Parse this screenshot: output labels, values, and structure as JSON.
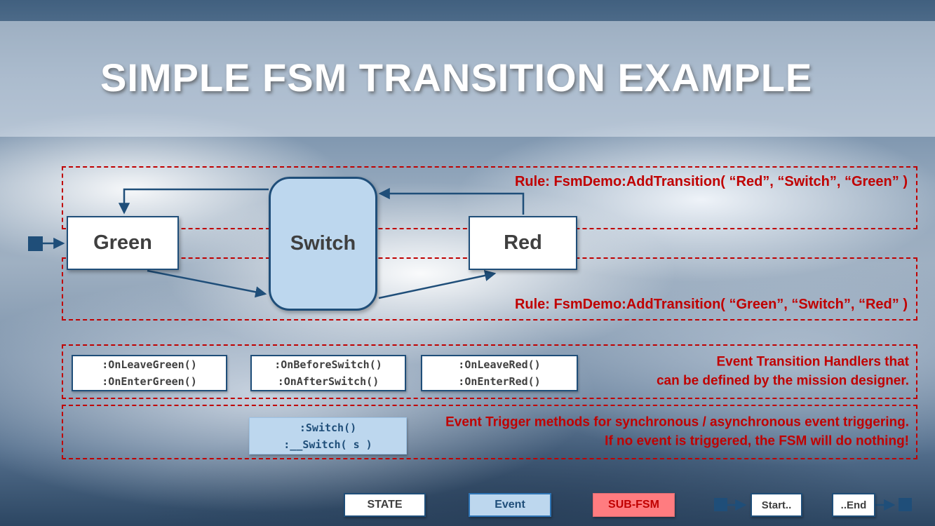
{
  "slide": {
    "title": "SIMPLE FSM TRANSITION EXAMPLE"
  },
  "colors": {
    "navy": "#1F4E79",
    "rule_red": "#C00000",
    "event_blue": "#BDD7EE",
    "subfsm_salmon": "#FF7C80"
  },
  "fsm": {
    "states": [
      {
        "label": "Green"
      },
      {
        "label": "Switch"
      },
      {
        "label": "Red"
      }
    ],
    "rules": {
      "top": "Rule: FsmDemo:AddTransition( “Red”, “Switch”, “Green” )",
      "bottom": "Rule: FsmDemo:AddTransition( “Green”, “Switch”, “Red” )"
    }
  },
  "handlers": {
    "boxes": [
      {
        "line1": ":OnLeaveGreen()",
        "line2": ":OnEnterGreen()"
      },
      {
        "line1": ":OnBeforeSwitch()",
        "line2": ":OnAfterSwitch()"
      },
      {
        "line1": ":OnLeaveRed()",
        "line2": ":OnEnterRed()"
      }
    ],
    "note": [
      "Event Transition Handlers that",
      "can be defined by the mission designer."
    ]
  },
  "triggers": {
    "box": {
      "line1": ":Switch()",
      "line2": ":__Switch( s )"
    },
    "note": [
      "Event Trigger methods for synchronous / asynchronous event triggering.",
      "If no event is triggered, the FSM will do nothing!"
    ]
  },
  "legend": {
    "state": "STATE",
    "event": "Event",
    "subfsm": "SUB-FSM",
    "start": "Start..",
    "end": "..End"
  }
}
